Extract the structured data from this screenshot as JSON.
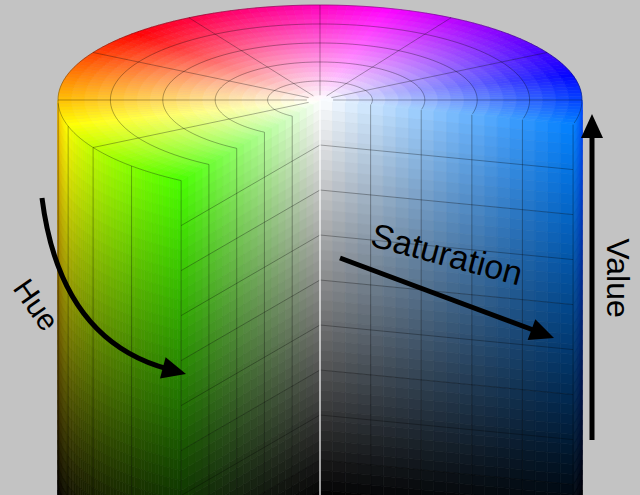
{
  "diagram": {
    "labels": [
      "Hue",
      "Saturation",
      "Value"
    ]
  }
}
